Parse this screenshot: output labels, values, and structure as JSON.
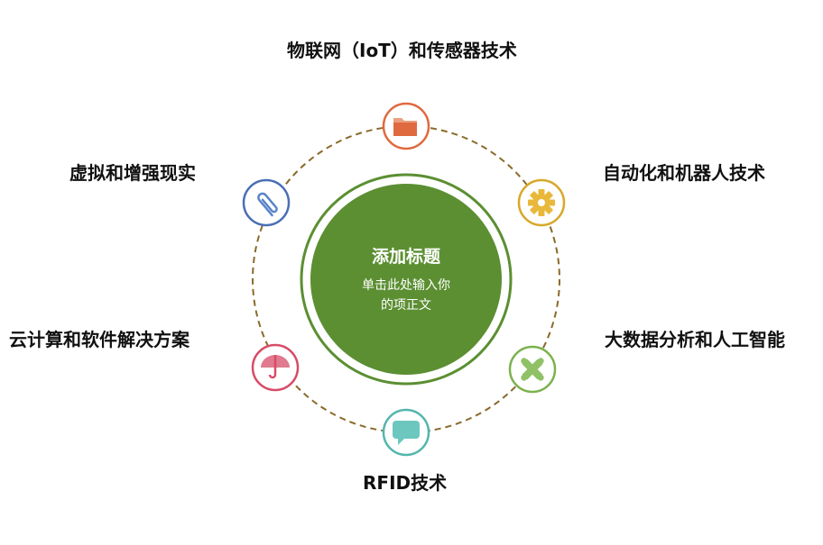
{
  "center": {
    "title": "添加标题",
    "body_line1": "单击此处输入你",
    "body_line2": "的项正文"
  },
  "nodes": [
    {
      "label": "物联网（IoT）和传感器技术",
      "icon": "folder-icon",
      "color": "#e06a3f"
    },
    {
      "label": "自动化和机器人技术",
      "icon": "gear-icon",
      "color": "#e8b83a"
    },
    {
      "label": "大数据分析和人工智能",
      "icon": "puzzle-icon",
      "color": "#7bb24e"
    },
    {
      "label": "RFID技术",
      "icon": "chat-bubble-icon",
      "color": "#54b6ad"
    },
    {
      "label": "云计算和软件解决方案",
      "icon": "umbrella-icon",
      "color": "#d84b68"
    },
    {
      "label": "虚拟和增强现实",
      "icon": "paperclip-icon",
      "color": "#4a6fb5"
    }
  ],
  "colors": {
    "ring": "#8a6a2a",
    "center_fill": "#5b8f32",
    "center_outline": "#5b8f32"
  }
}
